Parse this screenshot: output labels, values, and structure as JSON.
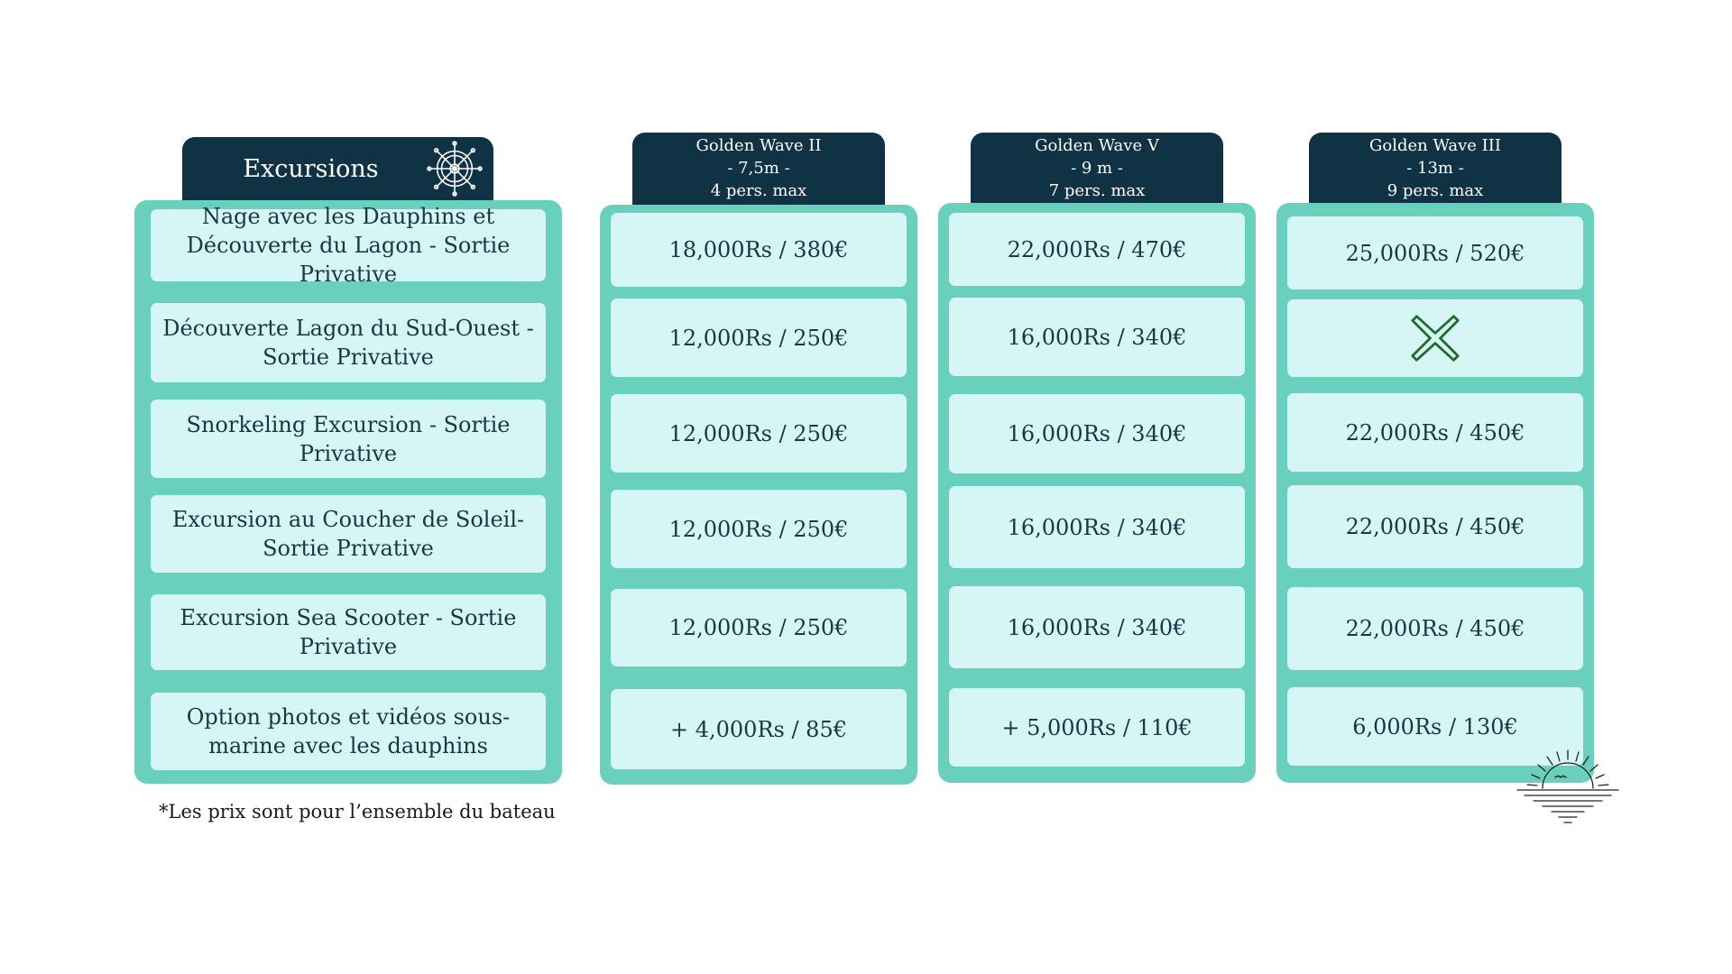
{
  "excursions": {
    "title": "Excursions",
    "items": [
      "Nage avec les Dauphins et Découverte du Lagon - Sortie Privative",
      "Découverte Lagon du Sud-Ouest - Sortie Privative",
      "Snorkeling Excursion - Sortie Privative",
      "Excursion au Coucher de Soleil- Sortie Privative",
      "Excursion Sea Scooter - Sortie Privative",
      "Option photos et vidéos sous-marine avec les dauphins"
    ]
  },
  "boats": [
    {
      "name": "Golden Wave II",
      "length": "- 7,5m -",
      "capacity": "4 pers. max",
      "prices": [
        "18,000Rs / 380€",
        "12,000Rs / 250€",
        "12,000Rs / 250€",
        "12,000Rs / 250€",
        "12,000Rs / 250€",
        "+ 4,000Rs / 85€"
      ]
    },
    {
      "name": "Golden Wave V",
      "length": "- 9 m -",
      "capacity": "7 pers. max",
      "prices": [
        "22,000Rs / 470€",
        "16,000Rs / 340€",
        "16,000Rs / 340€",
        "16,000Rs / 340€",
        "16,000Rs / 340€",
        "+ 5,000Rs / 110€"
      ]
    },
    {
      "name": "Golden Wave III",
      "length": "- 13m -",
      "capacity": "9 pers. max",
      "prices": [
        "25,000Rs / 520€",
        "",
        "22,000Rs / 450€",
        "22,000Rs / 450€",
        "22,000Rs / 450€",
        "6,000Rs / 130€"
      ]
    }
  ],
  "unavailable_icon": "cross-icon",
  "footnote": "*Les prix sont pour l’ensemble du bateau",
  "colors": {
    "header_bg": "#0f3344",
    "panel_bg": "#68d0bc",
    "cell_bg": "#d6f6f6",
    "cross": "#1f6b2e"
  }
}
